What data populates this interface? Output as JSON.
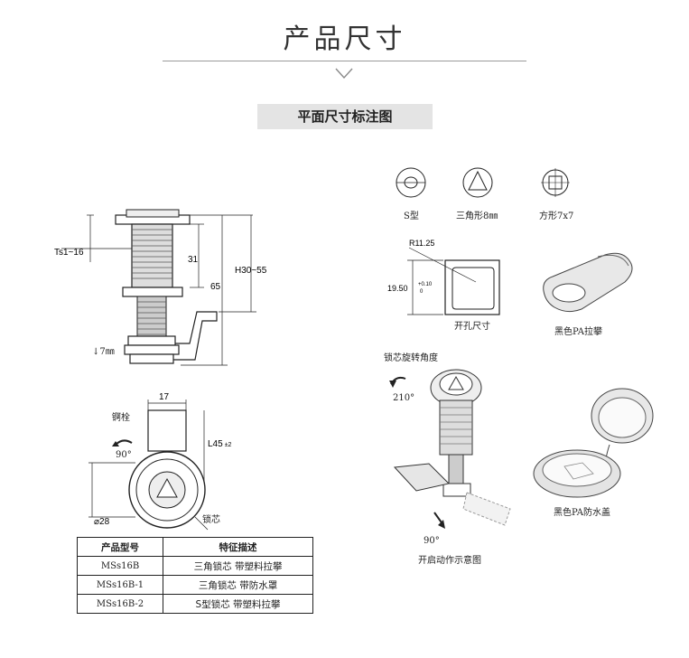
{
  "header": {
    "title": "产品尺寸",
    "subtitle": "平面尺寸标注图"
  },
  "left_view": {
    "ts": "Ts1~16",
    "d31": "31",
    "h30_55": "H30~55",
    "d65": "65",
    "d7": "↓7㎜"
  },
  "bottom_view": {
    "d17": "17",
    "pin": "锕栓",
    "angle": "90°",
    "l45": "L45",
    "l45_tol": "±2",
    "dia": "⌀28",
    "core": "锁芯"
  },
  "spec_table": {
    "headers": [
      "产品型号",
      "特征描述"
    ],
    "rows": [
      {
        "model": "MSs16B",
        "desc": "三角锁芯  带塑料拉攀"
      },
      {
        "model": "MSs16B-1",
        "desc": "三角锁芯   带防水罩"
      },
      {
        "model": "MSs16B-2",
        "desc": "S型锁芯  带塑料拉攀"
      }
    ]
  },
  "core_types": {
    "s": "S型",
    "tri": "三角形8㎜",
    "sq": "方形7x7"
  },
  "cutout": {
    "r": "R11.25",
    "w": "19.50",
    "tol_up": "+0.10",
    "tol_dn": "0",
    "label": "开孔尺寸"
  },
  "accessories": {
    "pull": "黑色PA拉攀",
    "cover": "黑色PA防水盖"
  },
  "rotation": {
    "label": "锁芯旋转角度",
    "angle210": "210°",
    "angle90": "90°",
    "caption": "开启动作示意图"
  }
}
